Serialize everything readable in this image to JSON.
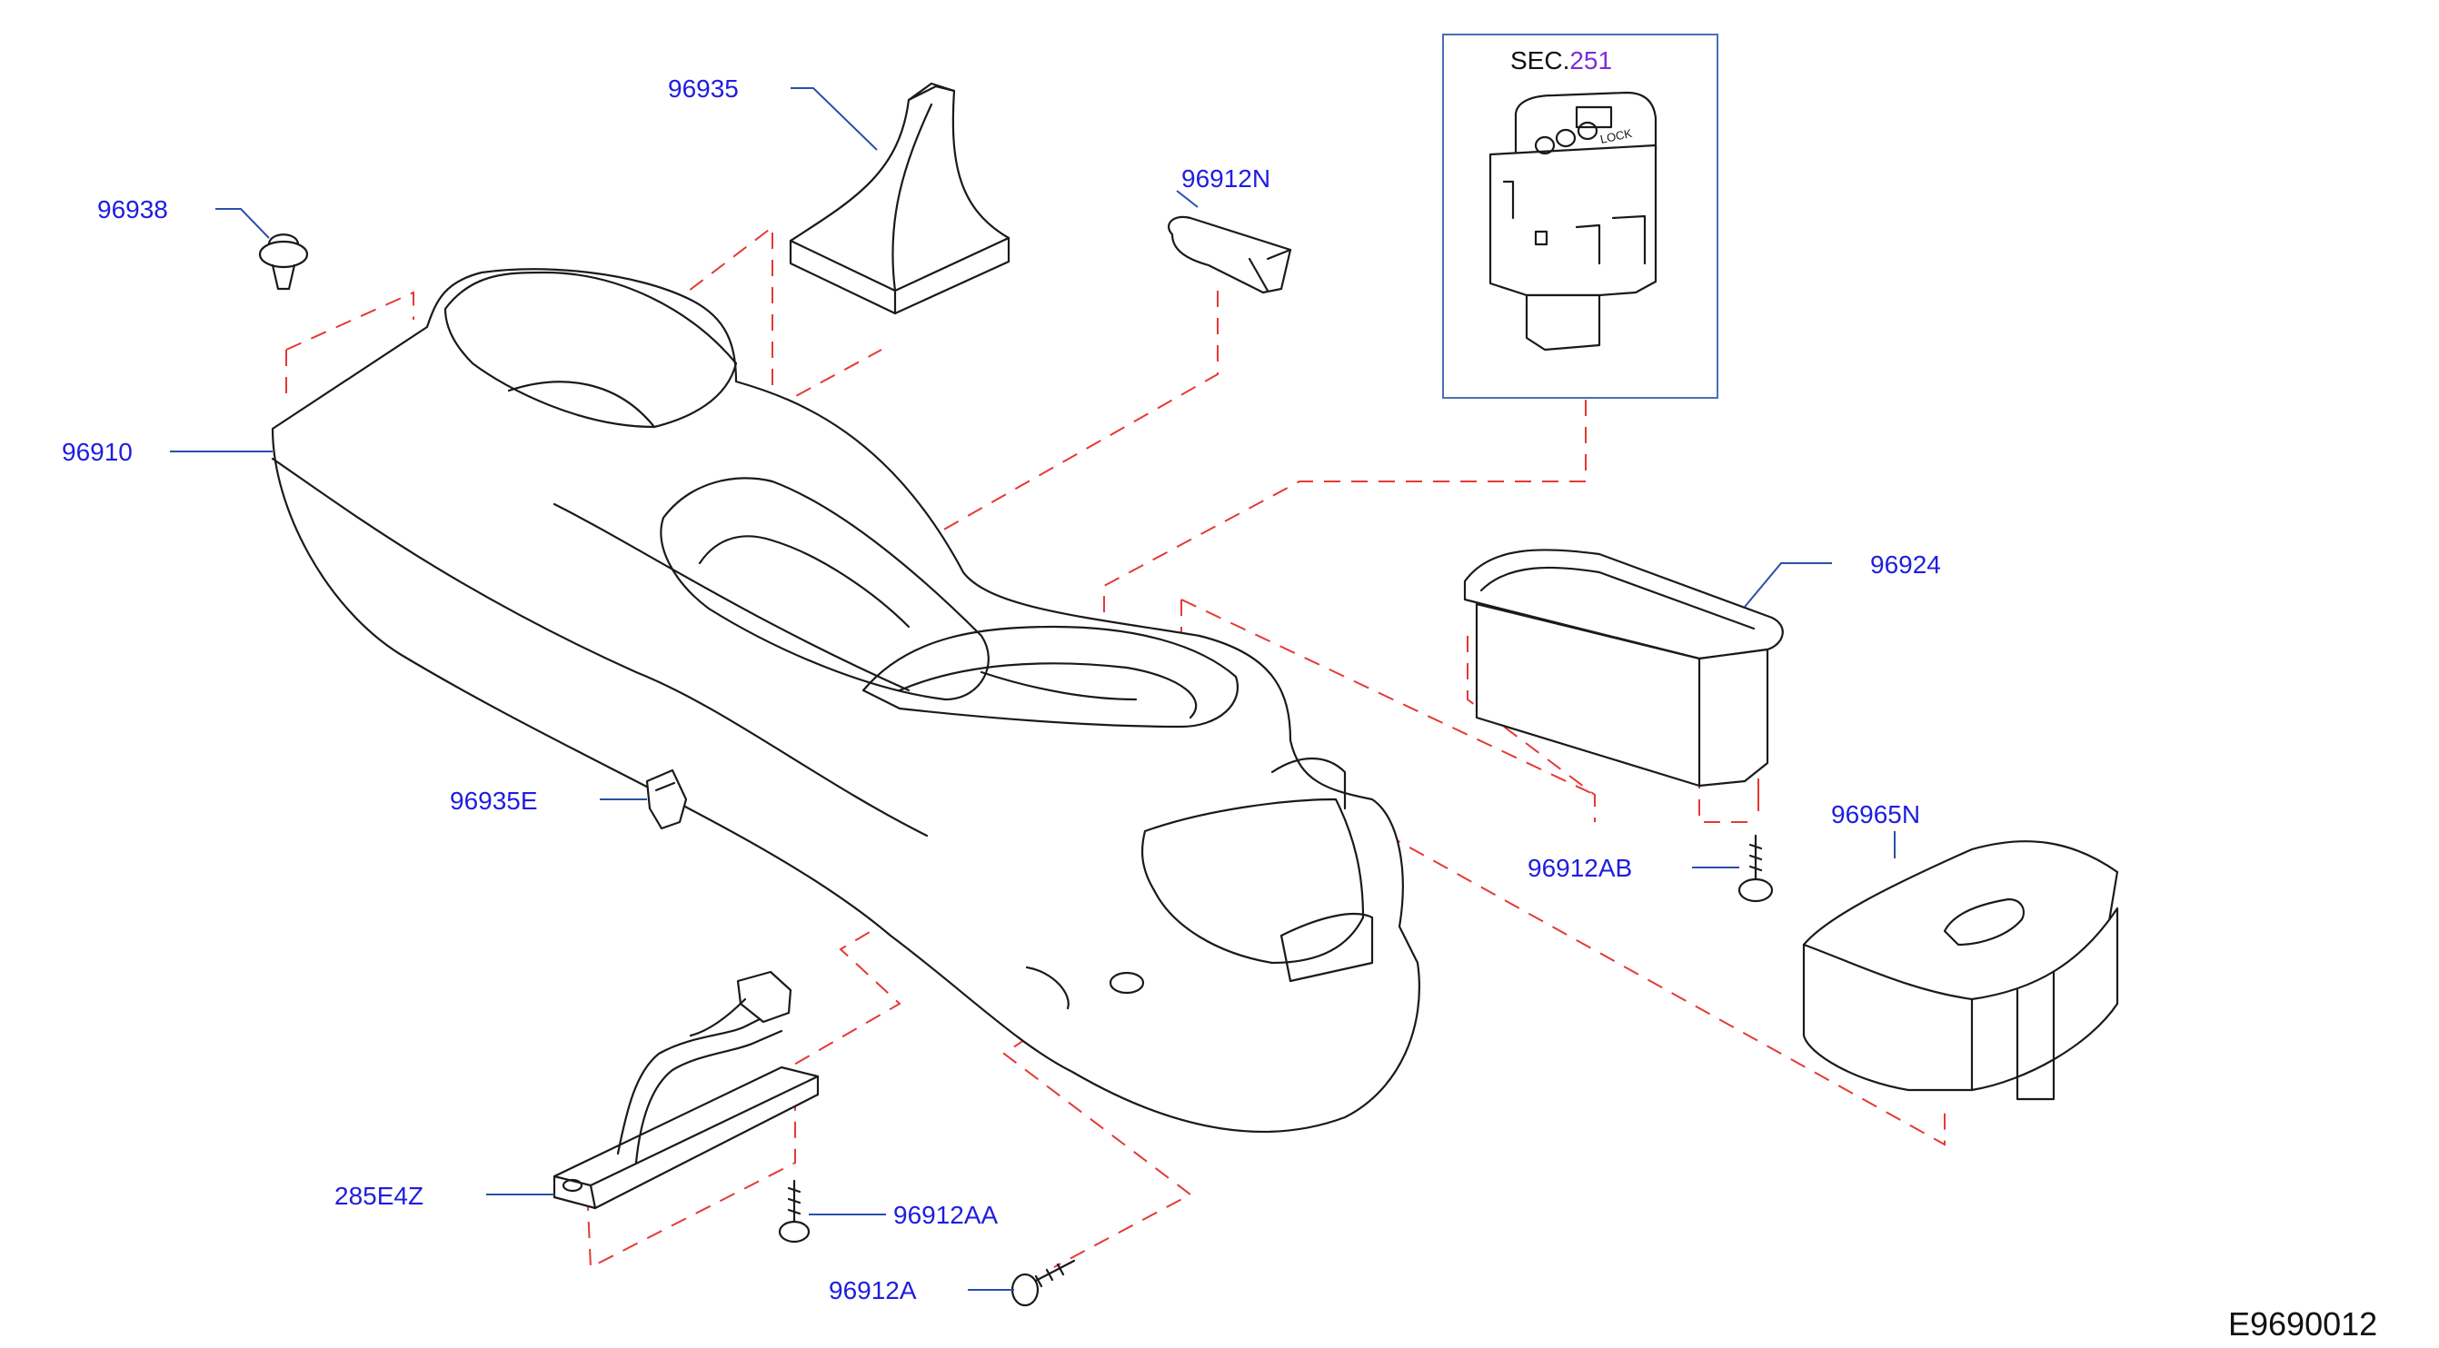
{
  "labels": {
    "p96935": "96935",
    "p96938": "96938",
    "p96912N": "96912N",
    "p96910": "96910",
    "p96924": "96924",
    "p96935E": "96935E",
    "p96965N": "96965N",
    "p96912AB": "96912AB",
    "p285E4Z": "285E4Z",
    "p96912AA": "96912AA",
    "p96912A": "96912A"
  },
  "section_ref": {
    "prefix": "SEC.",
    "number": "251"
  },
  "switch_text": "LOCK",
  "diagram_code": "E9690012",
  "colors": {
    "label": "#1e1ee0",
    "leader": "#2b4fa8",
    "dashed_guide": "#e53935",
    "section_number": "#7a2fd8",
    "line_art": "#1a1a1a"
  }
}
